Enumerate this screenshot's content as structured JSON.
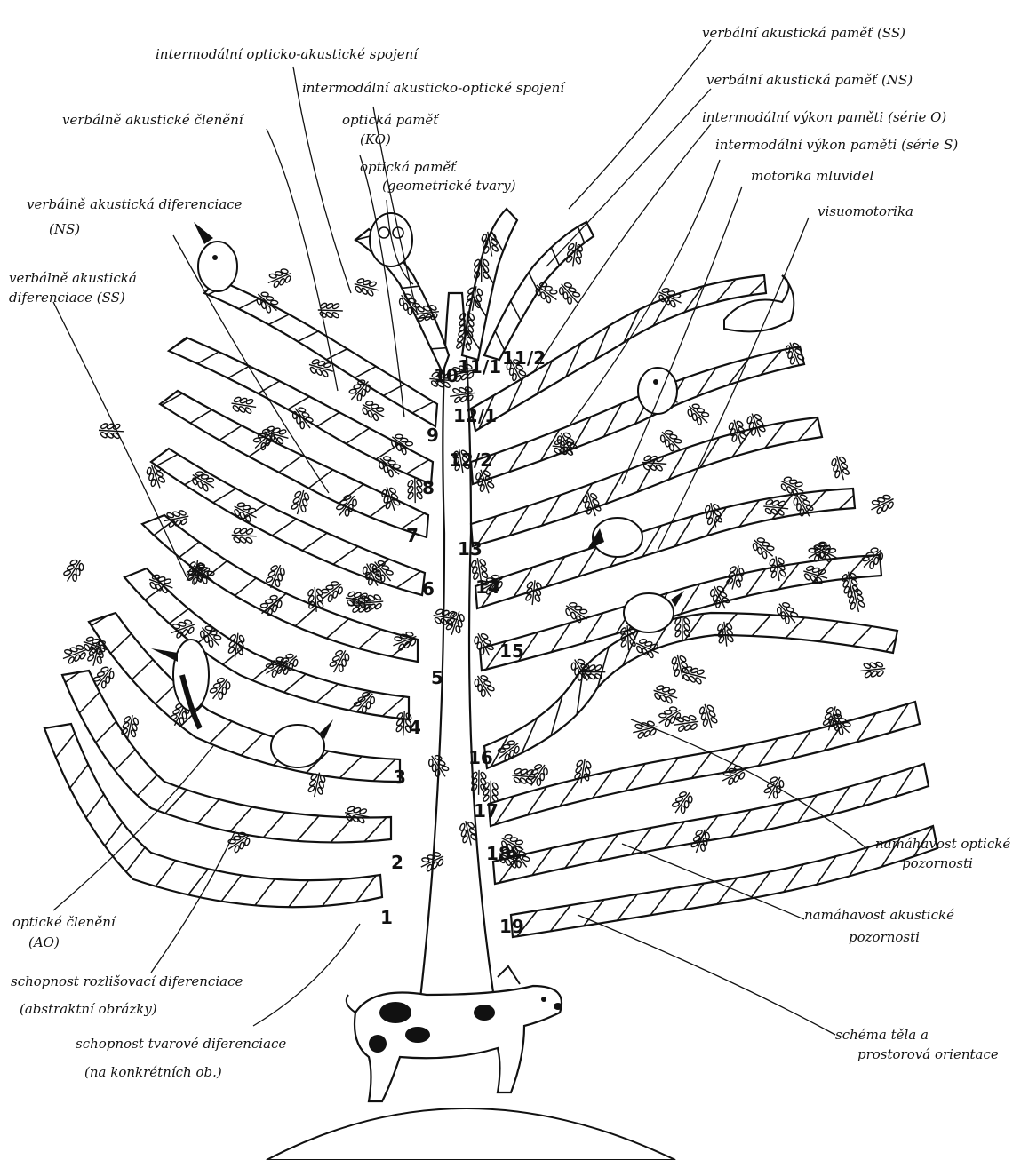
{
  "labels": {
    "verbal_acoustic_memory_ss": "verbální akustická paměť (SS)",
    "intermodal_optic_acoustic": "intermodální opticko-akustické spojení",
    "verbal_acoustic_memory_ns": "verbální akustická paměť (NS)",
    "intermodal_acoustic_optic": "intermodální akusticko-optické spojení",
    "intermodal_memory_series_o": "intermodální výkon paměti (série O)",
    "verbal_acoustic_segmentation": "verbálně akustické členění",
    "optic_memory_ko": "optická paměť",
    "optic_memory_ko_sub": "(KO)",
    "intermodal_memory_series_s": "intermodální výkon paměti (série S)",
    "motor_speech": "motorika mluvidel",
    "optic_memory_geometric": "optická paměť",
    "optic_memory_geometric_sub": "(geometrické tvary)",
    "visuomotor": "visuomotorika",
    "verbal_acoustic_diff_ns": "verbálně akustická diferenciace",
    "verbal_acoustic_diff_ns_sub": "(NS)",
    "verbal_acoustic_diff_ss_1": "verbálně akustická",
    "verbal_acoustic_diff_ss_2": "diferenciace (SS)",
    "sustained_optic_attention_1": "namáhavost optické",
    "sustained_optic_attention_2": "pozornosti",
    "sustained_acoustic_attention_1": "namáhavost akustické",
    "sustained_acoustic_attention_2": "pozornosti",
    "optic_segmentation": "optické členění",
    "optic_segmentation_sub": "(AO)",
    "shape_diff_abstract_1": "schopnost rozlišovací diferenciace",
    "shape_diff_abstract_2": "(abstraktní obrázky)",
    "shape_diff_concrete_1": "schopnost tvarové diferenciace",
    "shape_diff_concrete_2": "(na konkrétních ob.)",
    "body_schema_1": "schéma těla a",
    "body_schema_2": "prostorová orientace"
  },
  "branch_numbers": [
    "1",
    "2",
    "3",
    "4",
    "5",
    "6",
    "7",
    "8",
    "9",
    "10",
    "11/1",
    "11/2",
    "12/1",
    "12/2",
    "13",
    "14",
    "15",
    "16",
    "17",
    "18",
    "19"
  ]
}
